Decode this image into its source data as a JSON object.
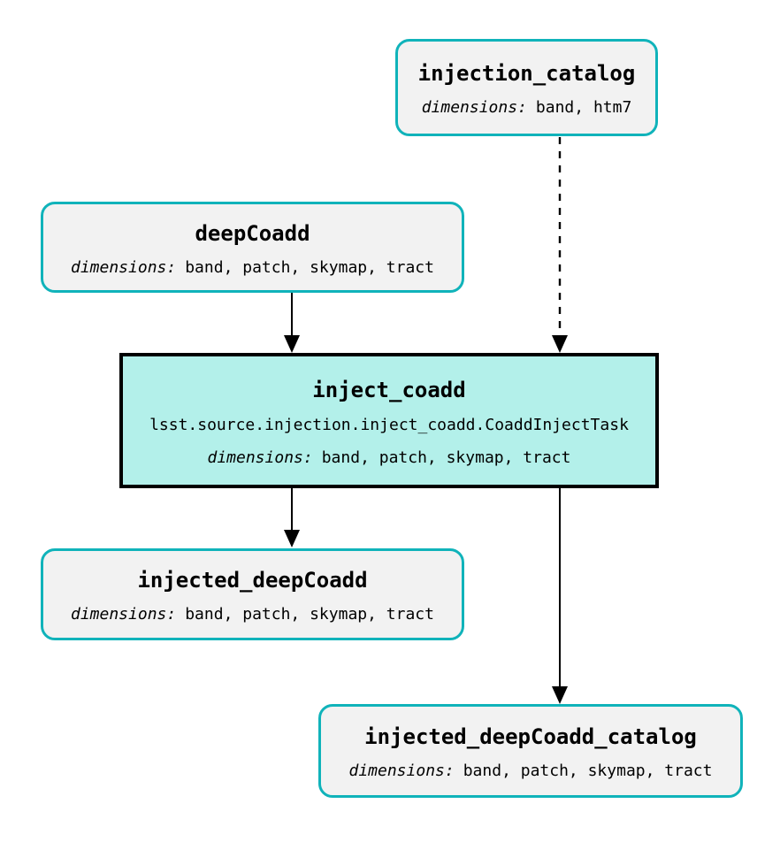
{
  "diagram": {
    "type": "pipeline-graph",
    "colors": {
      "background": "#ffffff",
      "dataset_border": "#10B3BA",
      "dataset_fill": "#F2F2F2",
      "task_border": "#000000",
      "task_fill": "#B3F0EA",
      "edge": "#000000",
      "text": "#000000"
    },
    "nodes": {
      "injection_catalog": {
        "kind": "dataset",
        "title": "injection_catalog",
        "dimensions_label": "dimensions:",
        "dimensions": "band, htm7"
      },
      "deepCoadd": {
        "kind": "dataset",
        "title": "deepCoadd",
        "dimensions_label": "dimensions:",
        "dimensions": "band, patch, skymap, tract"
      },
      "inject_coadd": {
        "kind": "task",
        "title": "inject_coadd",
        "task_class": "lsst.source.injection.inject_coadd.CoaddInjectTask",
        "dimensions_label": "dimensions:",
        "dimensions": "band, patch, skymap, tract"
      },
      "injected_deepCoadd": {
        "kind": "dataset",
        "title": "injected_deepCoadd",
        "dimensions_label": "dimensions:",
        "dimensions": "band, patch, skymap, tract"
      },
      "injected_deepCoadd_catalog": {
        "kind": "dataset",
        "title": "injected_deepCoadd_catalog",
        "dimensions_label": "dimensions:",
        "dimensions": "band, patch, skymap, tract"
      }
    },
    "edges": [
      {
        "from": "deepCoadd",
        "to": "inject_coadd",
        "style": "solid"
      },
      {
        "from": "injection_catalog",
        "to": "inject_coadd",
        "style": "dashed"
      },
      {
        "from": "inject_coadd",
        "to": "injected_deepCoadd",
        "style": "solid"
      },
      {
        "from": "inject_coadd",
        "to": "injected_deepCoadd_catalog",
        "style": "solid"
      }
    ]
  }
}
